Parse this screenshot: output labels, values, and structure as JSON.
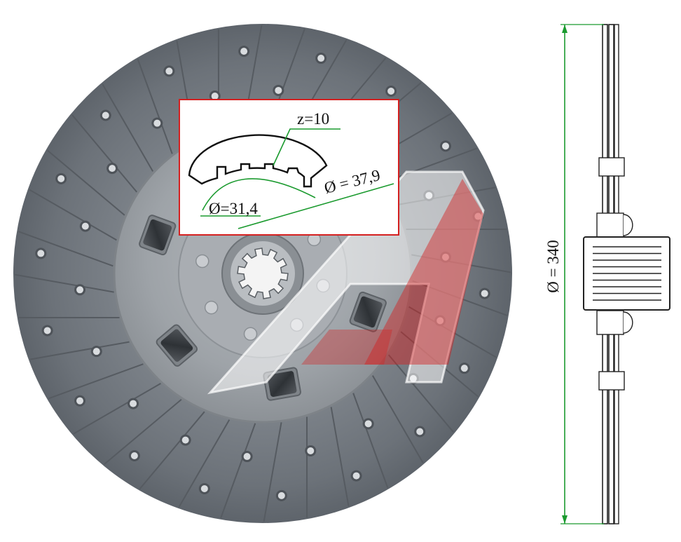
{
  "annotations": {
    "teeth_count": "z=10",
    "inner_diameter": "Ø=31,4",
    "outer_diameter": "Ø = 37,9",
    "disc_diameter": "Ø = 340"
  },
  "colors": {
    "dimension_line": "#1a9a2e",
    "inset_border": "#d42020",
    "logo_red": "#d42020",
    "friction_lining": "#6f757c",
    "hub_plate": "#9aa0a6",
    "spring": "#3c4045"
  },
  "icons": {
    "watermark": "logo-a-watermark-icon"
  }
}
